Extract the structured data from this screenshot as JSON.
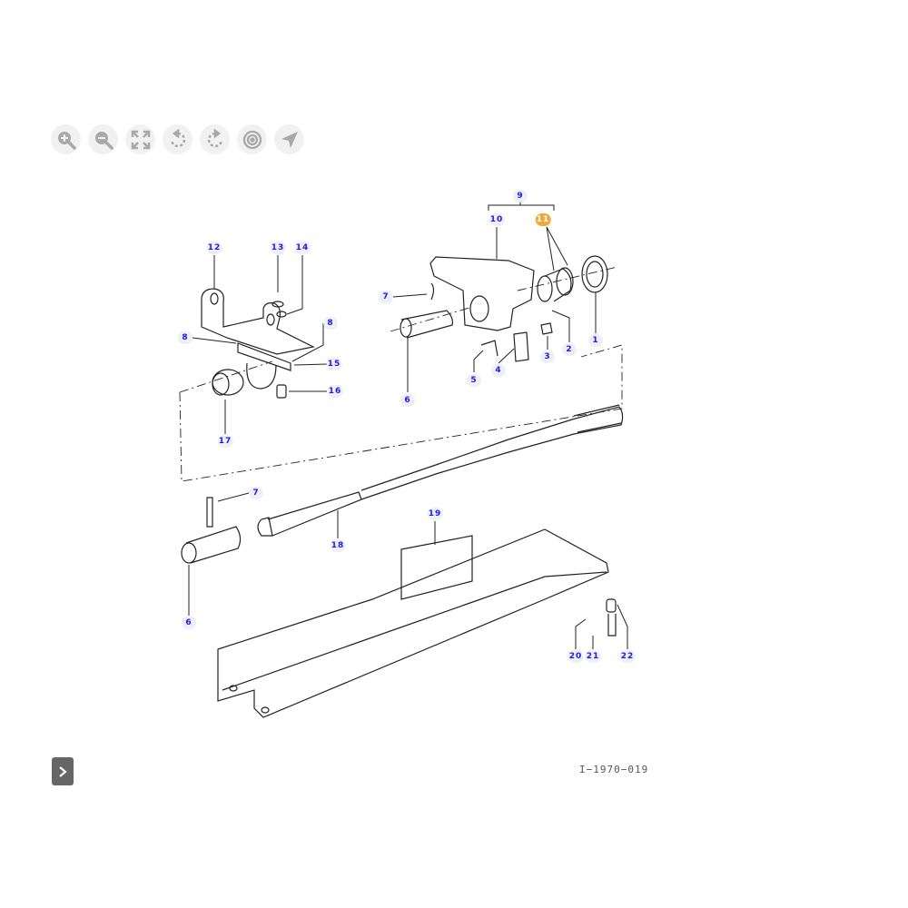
{
  "toolbar": {
    "buttons": [
      {
        "name": "zoom-in",
        "icon": "zoom-in-icon"
      },
      {
        "name": "zoom-out",
        "icon": "zoom-out-icon"
      },
      {
        "name": "fit-screen",
        "icon": "expand-icon"
      },
      {
        "name": "rotate-left",
        "icon": "rotate-left-icon"
      },
      {
        "name": "rotate-right",
        "icon": "rotate-right-icon"
      },
      {
        "name": "center",
        "icon": "target-icon"
      },
      {
        "name": "navigate",
        "icon": "navigate-arrow-icon"
      }
    ],
    "icon_color": "#a8a8a8"
  },
  "diagram": {
    "callouts": [
      "9",
      "10",
      "11",
      "12",
      "13",
      "14",
      "7",
      "8",
      "8",
      "15",
      "16",
      "17",
      "6",
      "5",
      "4",
      "3",
      "2",
      "1",
      "7",
      "18",
      "19",
      "6",
      "20",
      "21",
      "22"
    ],
    "highlighted": "11",
    "highlight_color": "#f2a93b",
    "callout_color": "#1a1aee",
    "drawing_code": "I−1970−019"
  },
  "navigation": {
    "next_icon": "chevron-right-icon"
  }
}
